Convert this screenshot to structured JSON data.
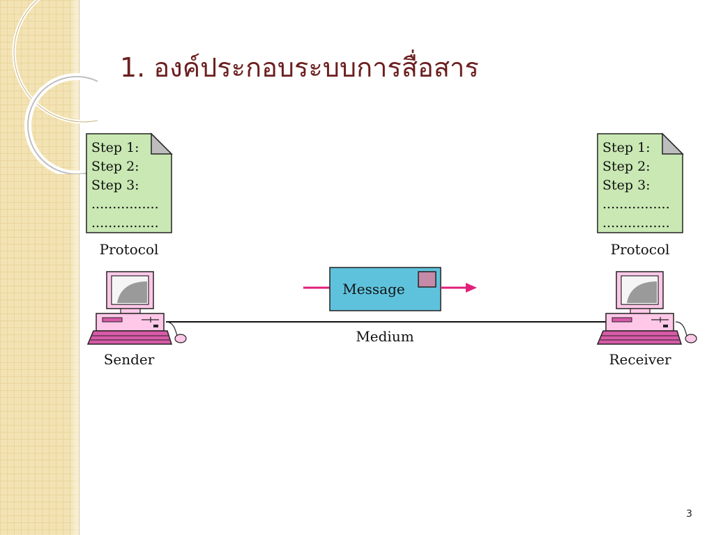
{
  "slide": {
    "title": "1. องค์ประกอบระบบการสื่อสาร",
    "page_number": "3"
  },
  "diagram": {
    "left_protocol": {
      "steps": [
        "Step 1:",
        "Step 2:",
        "Step 3:",
        "................",
        "................"
      ],
      "label": "Protocol"
    },
    "right_protocol": {
      "steps": [
        "Step 1:",
        "Step 2:",
        "Step 3:",
        "................",
        "................"
      ],
      "label": "Protocol"
    },
    "sender_label": "Sender",
    "receiver_label": "Receiver",
    "message_label": "Message",
    "medium_label": "Medium"
  },
  "colors": {
    "title": "#6b1f1f",
    "protocol_doc": "#c9e8b4",
    "message_box": "#5fc2dc",
    "arrow": "#e0207a",
    "computer": "#ffc8e8",
    "keyboard": "#d85aa8"
  }
}
